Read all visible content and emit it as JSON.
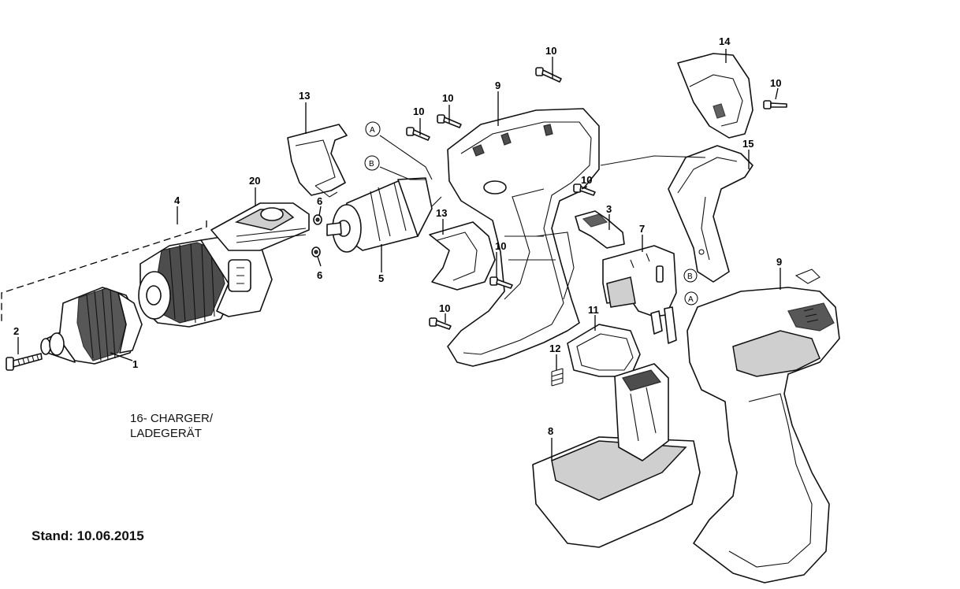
{
  "footer": {
    "stand": "Stand: 10.06.2015"
  },
  "note": {
    "line1": "16- CHARGER/",
    "line2": "LADEGERÄT"
  },
  "callouts": {
    "c1": "1",
    "c2": "2",
    "c3": "3",
    "c4": "4",
    "c5": "5",
    "c6a": "6",
    "c6b": "6",
    "c7": "7",
    "c8": "8",
    "c9a": "9",
    "c9b": "9",
    "c10a": "10",
    "c10b": "10",
    "c10c": "10",
    "c10d": "10",
    "c10e": "10",
    "c10f": "10",
    "c10g": "10",
    "c11": "11",
    "c12": "12",
    "c13a": "13",
    "c13b": "13",
    "c14": "14",
    "c15": "15",
    "c20": "20"
  },
  "refs": {
    "a1": "A",
    "b1": "B",
    "a2": "A",
    "b2": "B"
  }
}
